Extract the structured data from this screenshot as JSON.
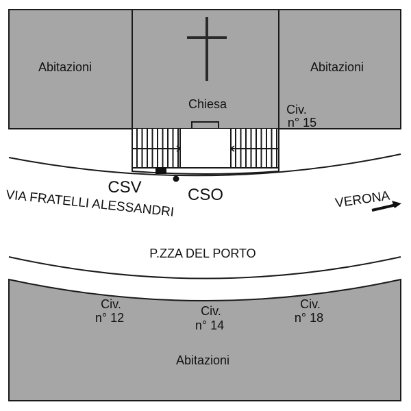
{
  "colors": {
    "building": "#a6a6a6",
    "line": "#1a1a1a",
    "background": "#ffffff"
  },
  "labels": {
    "abitazioni_left": "Abitazioni",
    "abitazioni_right": "Abitazioni",
    "abitazioni_bottom": "Abitazioni",
    "chiesa": "Chiesa",
    "civ15_line1": "Civ.",
    "civ15_line2": "n° 15",
    "civ12_line1": "Civ.",
    "civ12_line2": "n° 12",
    "civ14_line1": "Civ.",
    "civ14_line2": "n° 14",
    "civ18_line1": "Civ.",
    "civ18_line2": "n° 18",
    "csv": "CSV",
    "cso": "CSO",
    "street": "VIA FRATELLI ALESSANDRI",
    "verona": "VERONA",
    "piazza": "P.ZZA DEL PORTO"
  },
  "icons": {
    "church": "cross-icon",
    "direction": "arrow-right-icon"
  }
}
